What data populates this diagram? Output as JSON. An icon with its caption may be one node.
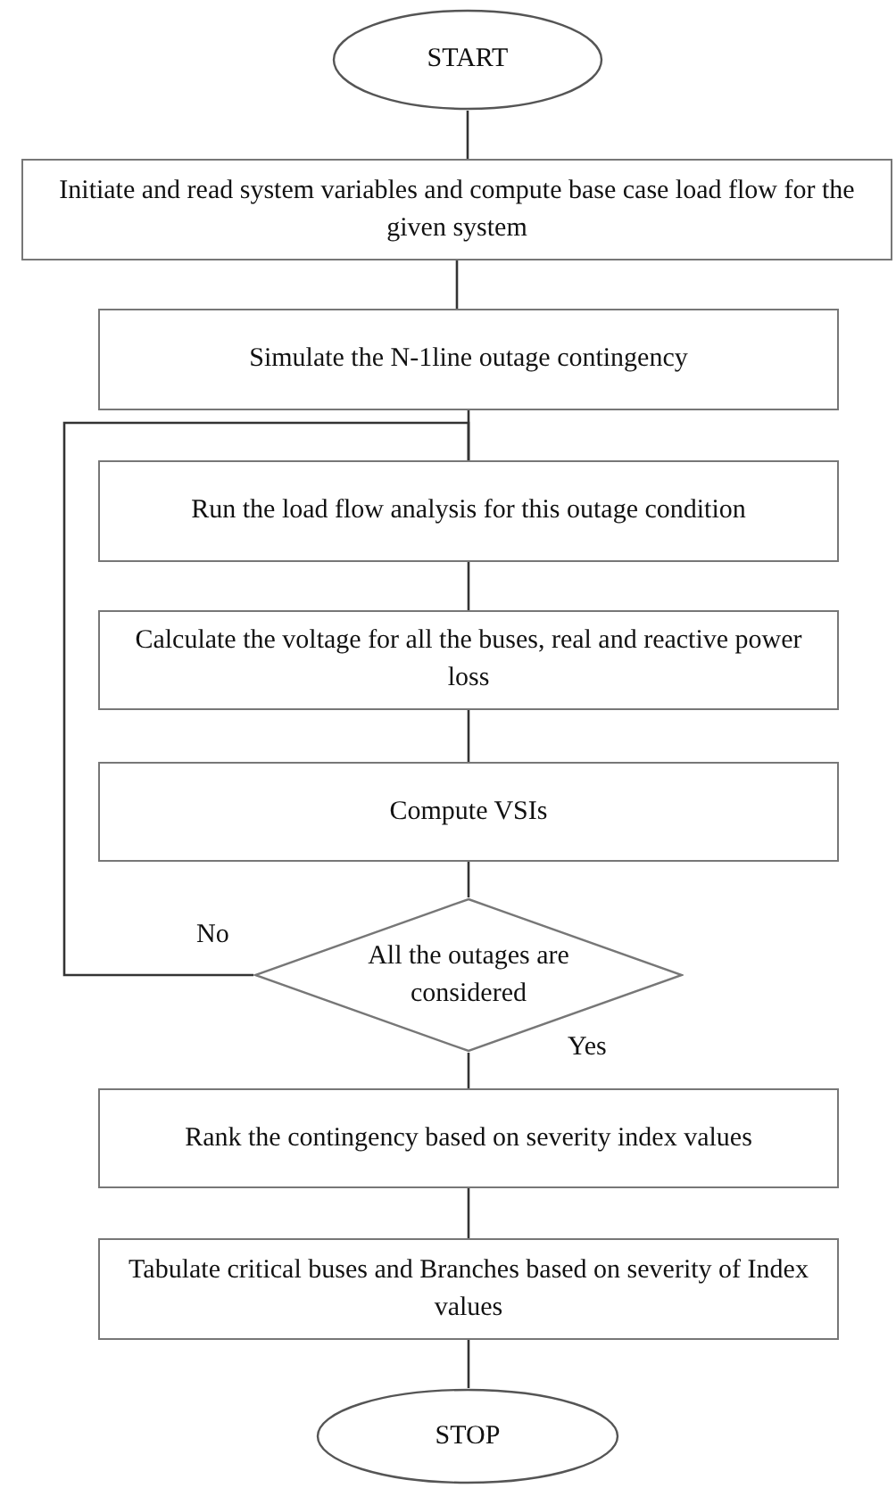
{
  "diagram": {
    "nodes": [
      {
        "text": [
          "START"
        ]
      },
      {
        "text": [
          "Initiate and read system variables and compute base case load flow for the given system"
        ]
      },
      {
        "text": [
          "Simulate the N-1line outage contingency"
        ]
      },
      {
        "text": [
          "Run the load flow analysis for this outage condition"
        ]
      },
      {
        "text": [
          "Calculate the voltage for all the buses, real and reactive power loss"
        ]
      },
      {
        "text": [
          "Compute VSIs"
        ]
      },
      {
        "text": [
          "All the outages are considered"
        ]
      },
      {
        "text": [
          "Rank the contingency based on severity index values"
        ]
      },
      {
        "text": [
          "Tabulate critical buses and Branches based on severity of Index values"
        ]
      },
      {
        "text": [
          "STOP"
        ]
      }
    ],
    "edges": [
      {
        "from": 0,
        "to": 1,
        "arrow": "none"
      },
      {
        "from": 1,
        "to": 2,
        "arrow": "none"
      },
      {
        "from": 2,
        "to": 3,
        "arrow": "none"
      },
      {
        "from": 3,
        "to": 4,
        "arrow": "none"
      },
      {
        "from": 4,
        "to": 5,
        "arrow": "none"
      },
      {
        "from": 5,
        "to": 6,
        "arrow": "none"
      },
      {
        "from": 6,
        "to": 3,
        "arrow": "none",
        "label": "No"
      },
      {
        "from": 6,
        "to": 7,
        "arrow": "none",
        "label": "Yes"
      },
      {
        "from": 7,
        "to": 8,
        "arrow": "none"
      },
      {
        "from": 8,
        "to": 9,
        "arrow": "none"
      }
    ]
  }
}
